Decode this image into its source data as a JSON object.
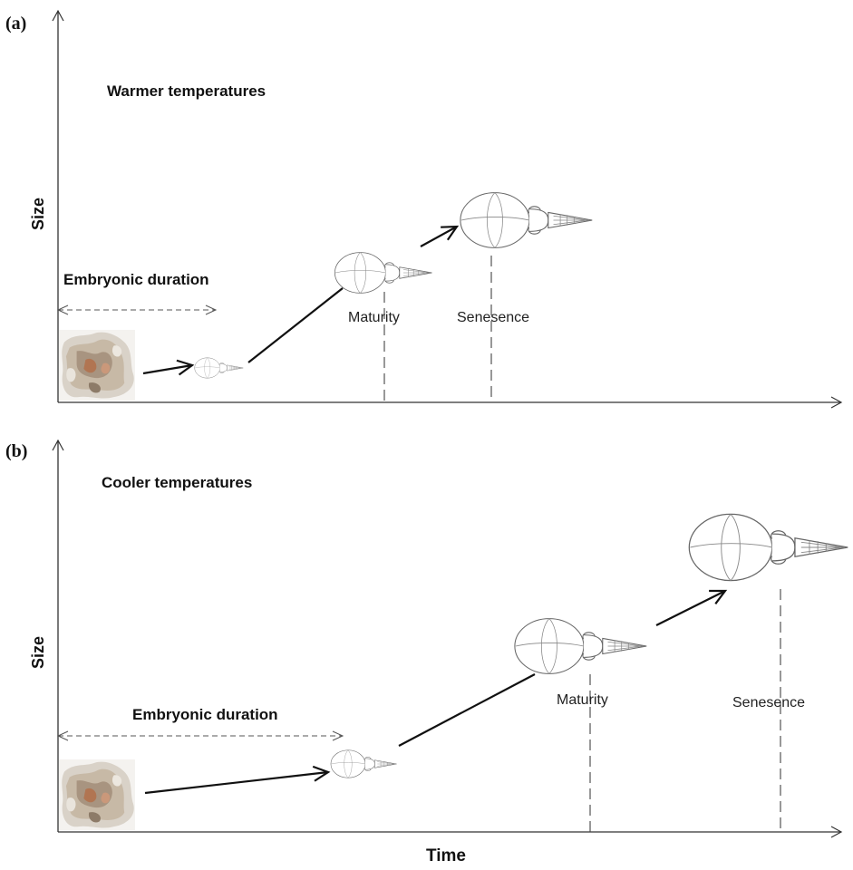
{
  "panels": [
    {
      "letter": "(a)",
      "condition": "Warmer temperatures",
      "y_axis_label": "Size",
      "embryonic_label": "Embryonic duration",
      "maturity_label": "Maturity",
      "senescence_label": "Senesence"
    },
    {
      "letter": "(b)",
      "condition": "Cooler temperatures",
      "y_axis_label": "Size",
      "embryonic_label": "Embryonic duration",
      "maturity_label": "Maturity",
      "senescence_label": "Senesence"
    }
  ],
  "x_axis_label": "Time",
  "icons": {
    "egg_mass": "egg-mass-photo",
    "squid": "squid-outline"
  }
}
